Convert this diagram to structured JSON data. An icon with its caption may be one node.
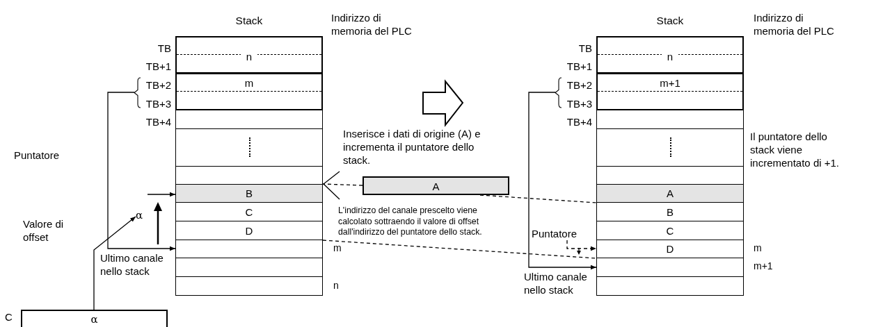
{
  "diagram": {
    "nodes": [
      {
        "text": [
          "Stack"
        ]
      },
      {
        "text": [
          "n"
        ],
        "in": 0
      },
      {
        "text": [
          "m"
        ],
        "in": 0
      },
      {
        "text": [],
        "shape": "box",
        "in": 0
      },
      {
        "text": [],
        "shape": "box",
        "in": 0
      },
      {
        "text": [],
        "shape": "box",
        "in": 0
      },
      {
        "text": [
          "B"
        ],
        "in": 0
      },
      {
        "text": [
          "C"
        ],
        "in": 0
      },
      {
        "text": [
          "D"
        ],
        "in": 0
      },
      {
        "text": [],
        "shape": "box",
        "in": 0
      },
      {
        "text": [],
        "shape": "box",
        "in": 0
      },
      {
        "text": [],
        "shape": "box",
        "in": 0
      },
      {
        "text": [
          "A"
        ]
      },
      {
        "text": [
          "α"
        ],
        "beside": [
          "C"
        ]
      },
      {
        "text": [
          "Stack"
        ]
      },
      {
        "text": [
          "n"
        ],
        "in": 14
      },
      {
        "text": [
          "m+1"
        ],
        "in": 14
      },
      {
        "text": [],
        "shape": "box",
        "in": 14
      },
      {
        "text": [],
        "shape": "box",
        "in": 14
      },
      {
        "text": [],
        "shape": "box",
        "in": 14
      },
      {
        "text": [
          "A"
        ],
        "in": 14
      },
      {
        "text": [
          "B"
        ],
        "in": 14
      },
      {
        "text": [
          "C"
        ],
        "in": 14
      },
      {
        "text": [
          "D"
        ],
        "in": 14
      },
      {
        "text": [],
        "shape": "box",
        "in": 14
      },
      {
        "text": [],
        "shape": "box",
        "in": 14
      },
      {
        "text": [
          "α"
        ]
      },
      {
        "text": [
          "Puntatore"
        ]
      }
    ],
    "edges": [
      {
        "from": null,
        "to": 9,
        "arrow": "to"
      },
      {
        "from": null,
        "to": 6,
        "arrow": "to"
      },
      {
        "from": 13,
        "to": 26,
        "arrow": "to"
      },
      {
        "from": 12,
        "to": 0,
        "arrow": "none",
        "style": "dashed"
      },
      {
        "from": 12,
        "to": 20,
        "arrow": "none",
        "style": "dashed"
      },
      {
        "from": 9,
        "to": 24,
        "arrow": "none",
        "style": "dashed"
      },
      {
        "from": null,
        "to": 24,
        "arrow": "to"
      },
      {
        "from": 27,
        "to": 23,
        "arrow": "to",
        "style": "dashed"
      }
    ],
    "labels": [
      "Indirizzo di memoria del PLC",
      "TB",
      "TB+1",
      "TB+2",
      "TB+3",
      "TB+4",
      "Puntatore",
      "Valore di offset",
      "Ultimo canale nello stack",
      "m",
      "n",
      "Inserisce i dati di origine (A) e incrementa il puntatore dello stack.",
      "L'indirizzo del canale prescelto viene calcolato sottraendo il valore di offset dall'indirizzo del puntatore dello stack.",
      "Indirizzo di memoria del PLC",
      "TB",
      "TB+1",
      "TB+2",
      "TB+3",
      "TB+4",
      "Ultimo canale nello stack",
      "Il puntatore dello stack viene incrementato di +1.",
      "m",
      "m+1"
    ]
  }
}
